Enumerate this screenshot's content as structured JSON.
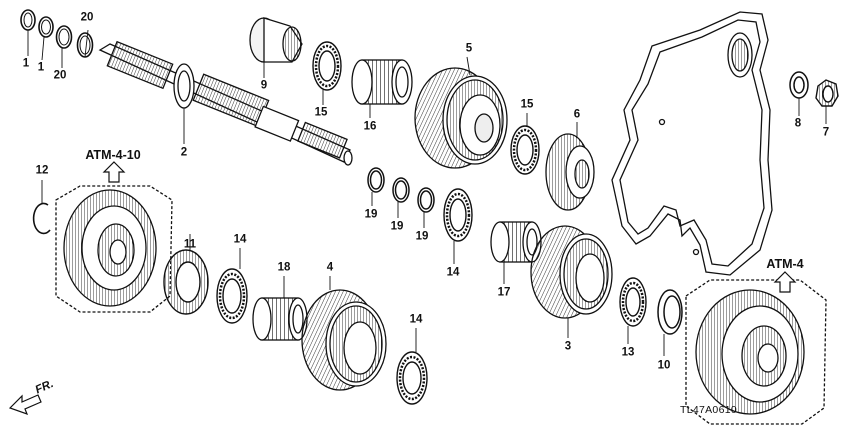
{
  "callouts": [
    {
      "id": "1a",
      "label": "1"
    },
    {
      "id": "1b",
      "label": "1"
    },
    {
      "id": "20a",
      "label": "20"
    },
    {
      "id": "20b",
      "label": "20"
    },
    {
      "id": "9",
      "label": "9"
    },
    {
      "id": "15a",
      "label": "15"
    },
    {
      "id": "16",
      "label": "16"
    },
    {
      "id": "5",
      "label": "5"
    },
    {
      "id": "15b",
      "label": "15"
    },
    {
      "id": "6",
      "label": "6"
    },
    {
      "id": "2",
      "label": "2"
    },
    {
      "id": "8",
      "label": "8"
    },
    {
      "id": "7",
      "label": "7"
    },
    {
      "id": "12",
      "label": "12"
    },
    {
      "id": "19a",
      "label": "19"
    },
    {
      "id": "19b",
      "label": "19"
    },
    {
      "id": "19c",
      "label": "19"
    },
    {
      "id": "14a",
      "label": "14"
    },
    {
      "id": "11",
      "label": "11"
    },
    {
      "id": "14b",
      "label": "14"
    },
    {
      "id": "18",
      "label": "18"
    },
    {
      "id": "4",
      "label": "4"
    },
    {
      "id": "17",
      "label": "17"
    },
    {
      "id": "3",
      "label": "3"
    },
    {
      "id": "13",
      "label": "13"
    },
    {
      "id": "10",
      "label": "10"
    },
    {
      "id": "14c",
      "label": "14"
    }
  ],
  "references": {
    "atm_4_10": "ATM-4-10",
    "atm_4": "ATM-4"
  },
  "direction": "FR.",
  "drawing_code": "TL47A0610"
}
